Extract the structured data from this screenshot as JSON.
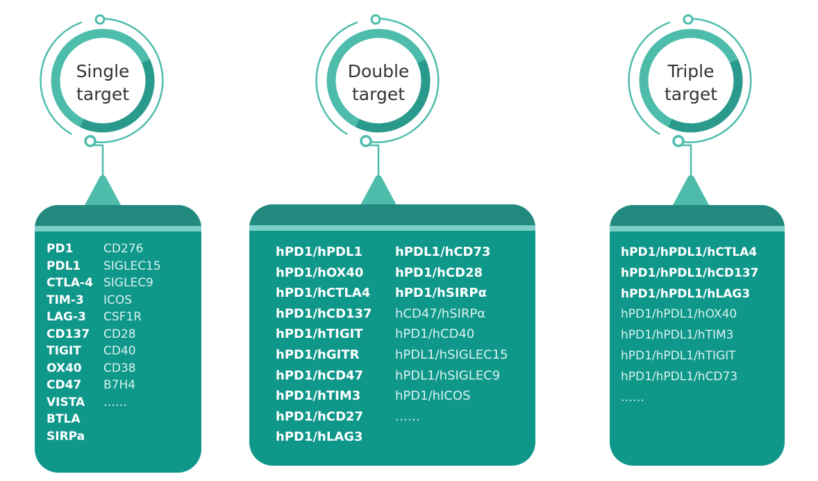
{
  "colors": {
    "panel": "#0f978a",
    "panel_header": "#22897e",
    "stripe": "#7ccfc6",
    "ring": "#4dbcab",
    "ring_dark": "#2a9a8c",
    "title_text": "#333333"
  },
  "groups": [
    {
      "title_line1": "Single",
      "title_line2": "target",
      "col1": [
        "PD1",
        "PDL1",
        "CTLA-4",
        "TIM-3",
        "LAG-3",
        "CD137",
        "TIGIT",
        "OX40",
        "CD47",
        "VISTA",
        "BTLA",
        "SIRPa"
      ],
      "col2": [
        "CD276",
        "SIGLEC15",
        "SIGLEC9",
        "ICOS",
        "CSF1R",
        "CD28",
        "CD40",
        "CD38",
        "B7H4",
        "……"
      ]
    },
    {
      "title_line1": "Double",
      "title_line2": "target",
      "col1": [
        "hPD1/hPDL1",
        "hPD1/hOX40",
        "hPD1/hCTLA4",
        "hPD1/hCD137",
        "hPD1/hTIGIT",
        "hPD1/hGITR",
        "hPD1/hCD47",
        "hPD1/hTIM3",
        "hPD1/hCD27",
        "hPD1/hLAG3"
      ],
      "col2_bold": [
        "hPDL1/hCD73",
        "hPD1/hCD28",
        "hPD1/hSIRPα"
      ],
      "col2": [
        "hCD47/hSIRPα",
        "hPD1/hCD40",
        "hPDL1/hSIGLEC15",
        "hPDL1/hSIGLEC9",
        "hPD1/hICOS",
        "……"
      ]
    },
    {
      "title_line1": "Triple",
      "title_line2": "target",
      "col1": [
        "hPD1/hPDL1/hCTLA4",
        "hPD1/hPDL1/hCD137",
        "hPD1/hPDL1/hLAG3"
      ],
      "col2": [
        "hPD1/hPDL1/hOX40",
        "hPD1/hPDL1/hTIM3",
        "hPD1/hPDL1/hTIGIT",
        "hPD1/hPDL1/hCD73",
        "……"
      ]
    }
  ]
}
